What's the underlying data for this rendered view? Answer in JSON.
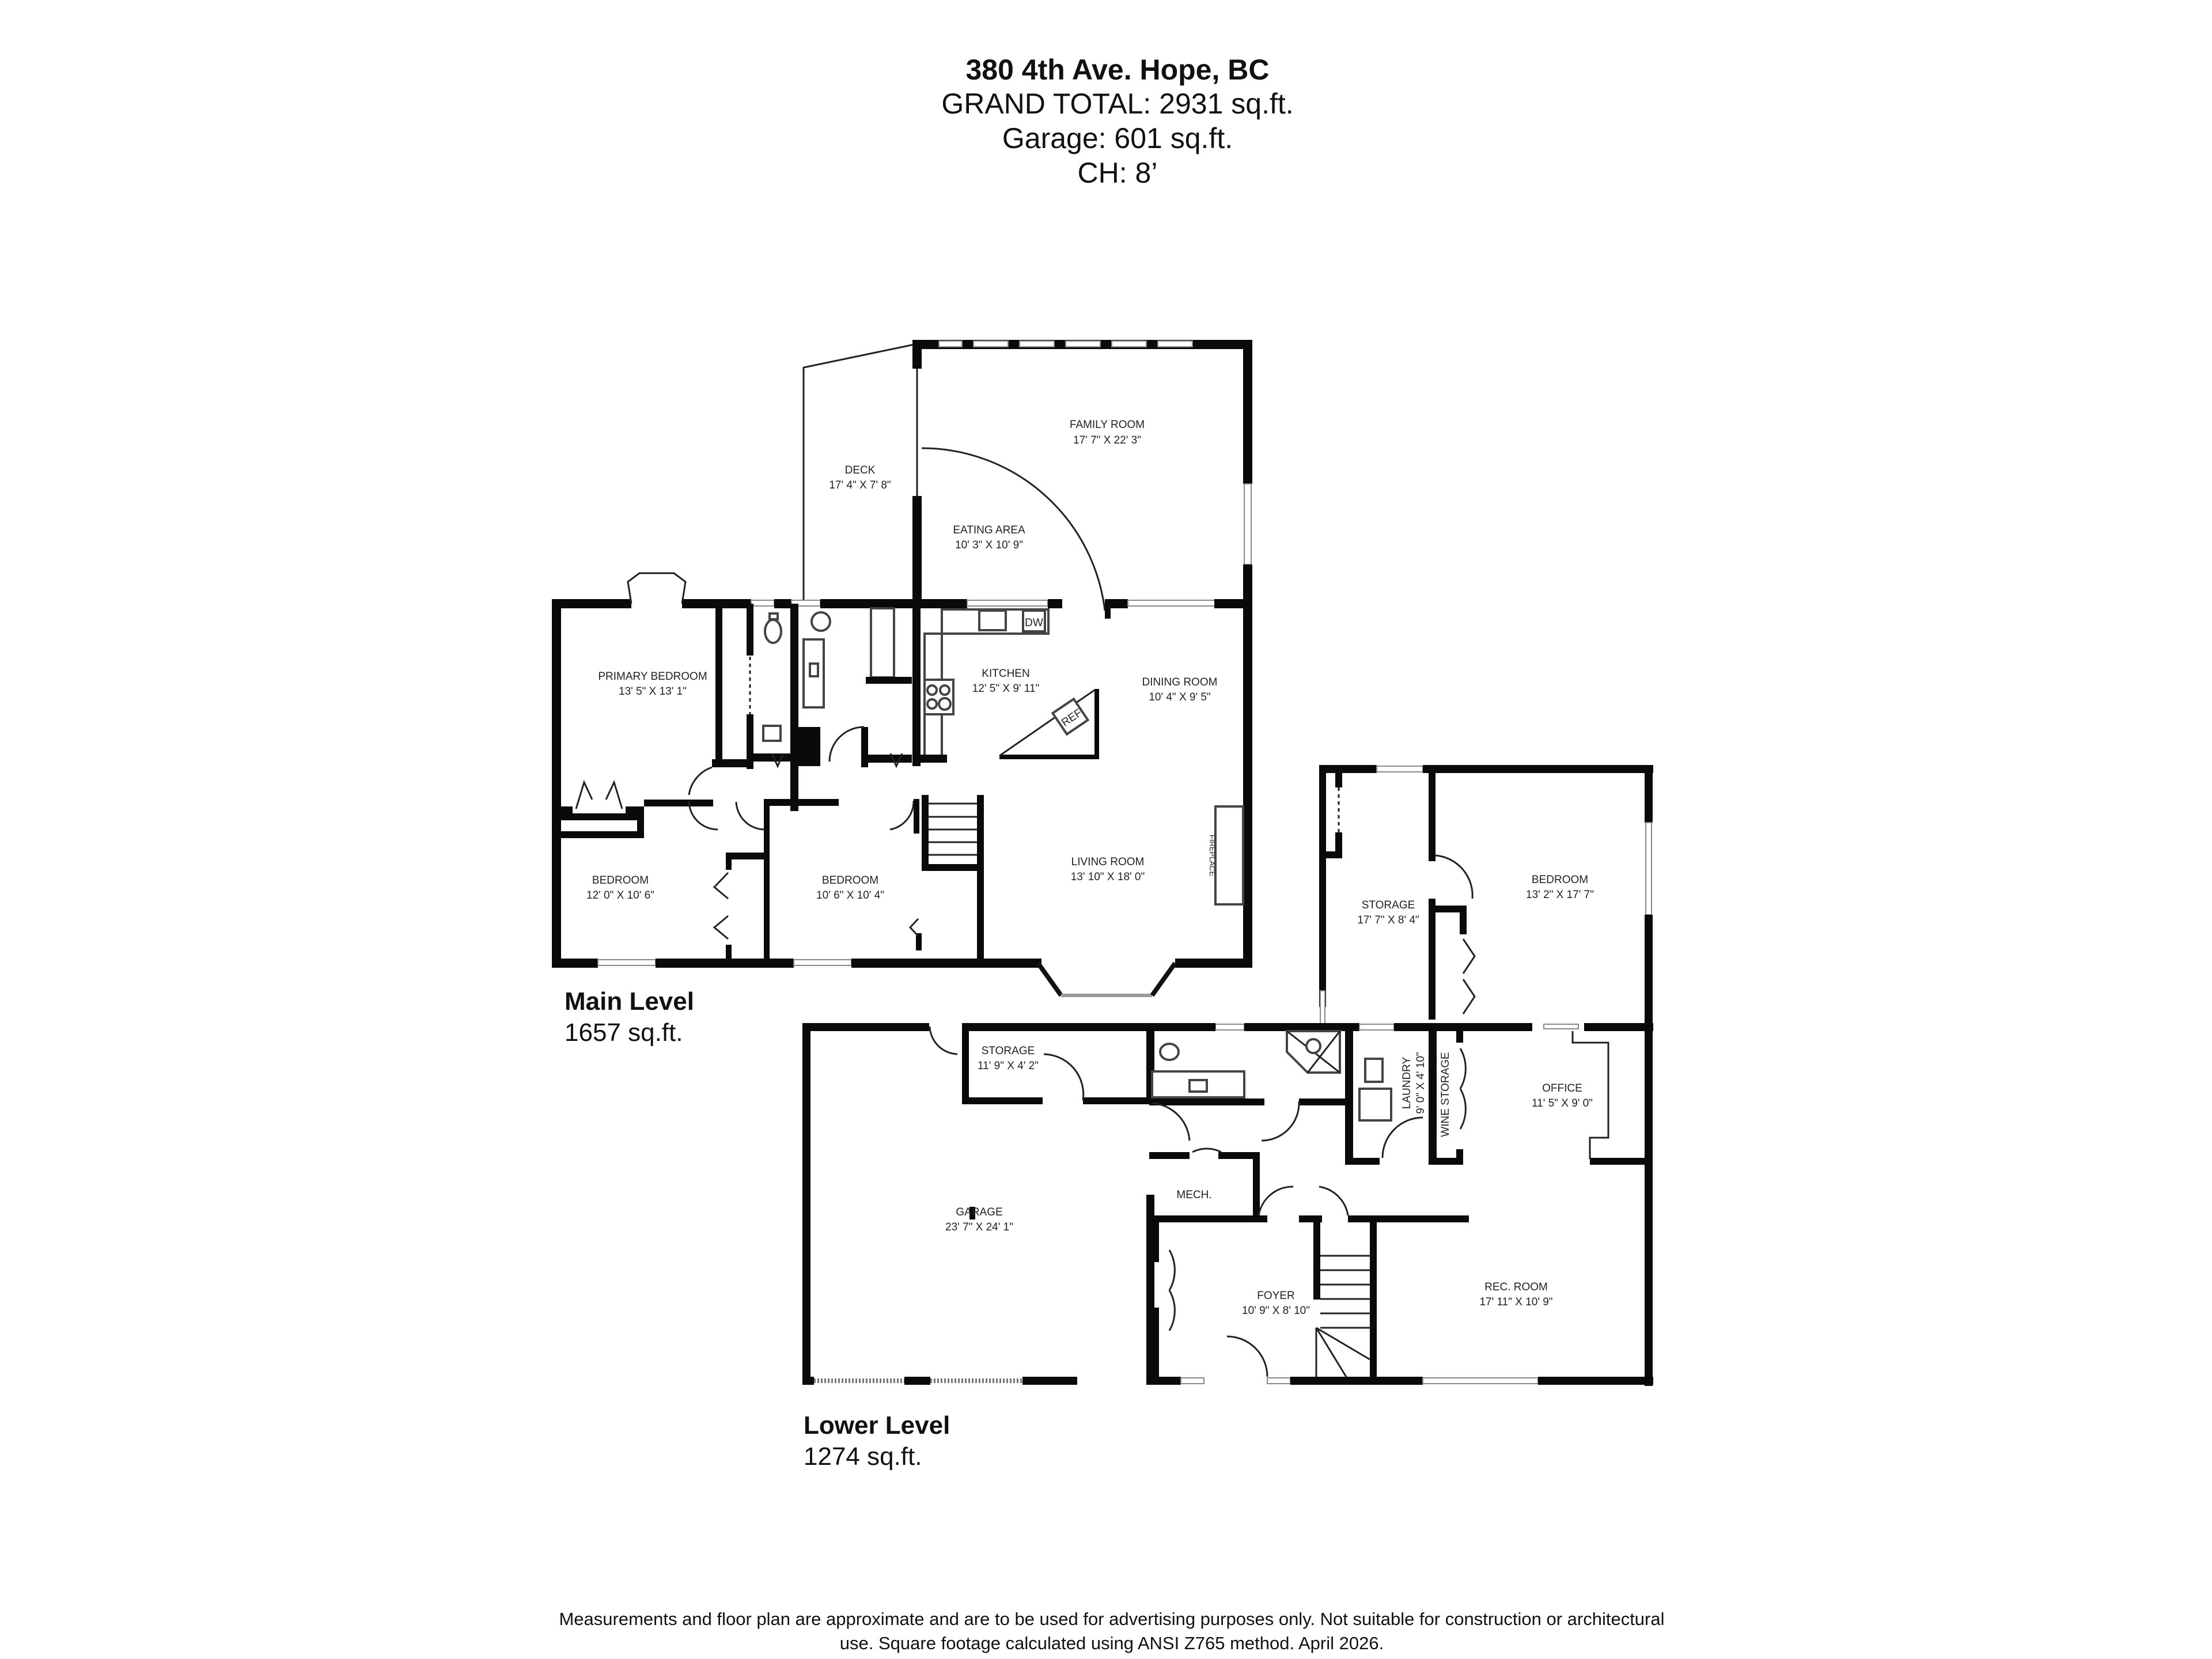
{
  "header": {
    "address": "380 4th Ave. Hope, BC",
    "grand_total": "GRAND TOTAL: 2931 sq.ft.",
    "garage": "Garage:  601 sq.ft.",
    "ceiling_height": "CH: 8’"
  },
  "levels": {
    "main": {
      "name": "Main Level",
      "area": "1657 sq.ft."
    },
    "lower": {
      "name": "Lower Level",
      "area": "1274 sq.ft."
    }
  },
  "rooms": {
    "family_room": {
      "name": "FAMILY ROOM",
      "dims": "17' 7\" X 22' 3\""
    },
    "deck": {
      "name": "DECK",
      "dims": "17' 4\" X 7' 8\""
    },
    "eating_area": {
      "name": "EATING AREA",
      "dims": "10' 3\" X 10' 9\""
    },
    "primary_bedroom": {
      "name": "PRIMARY BEDROOM",
      "dims": "13' 5\" X 13' 1\""
    },
    "kitchen": {
      "name": "KITCHEN",
      "dims": "12' 5\" X 9' 11\""
    },
    "dining_room": {
      "name": "DINING ROOM",
      "dims": "10' 4\" X 9' 5\""
    },
    "bedroom_main_1": {
      "name": "BEDROOM",
      "dims": "12' 0\" X 10' 6\""
    },
    "bedroom_main_2": {
      "name": "BEDROOM",
      "dims": "10' 6\" X 10' 4\""
    },
    "living_room": {
      "name": "LIVING ROOM",
      "dims": "13' 10\" X 18' 0\""
    },
    "fireplace": {
      "name": "FIREPLACE"
    },
    "storage_upper": {
      "name": "STORAGE",
      "dims": "17' 7\" X 8' 4\""
    },
    "bedroom_lower": {
      "name": "BEDROOM",
      "dims": "13' 2\" X 17' 7\""
    },
    "storage_lower": {
      "name": "STORAGE",
      "dims": "11' 9\" X 4' 2\""
    },
    "laundry": {
      "name": "LAUNDRY",
      "dims": "9' 0\" X 4' 10\""
    },
    "wine_storage": {
      "name": "WINE STORAGE"
    },
    "office": {
      "name": "OFFICE",
      "dims": "11' 5\" X 9' 0\""
    },
    "mech": {
      "name": "MECH."
    },
    "garage": {
      "name": "GARAGE",
      "dims": "23' 7\" X 24' 1\""
    },
    "foyer": {
      "name": "FOYER",
      "dims": "10' 9\" X 8' 10\""
    },
    "rec_room": {
      "name": "REC. ROOM",
      "dims": "17' 11\" X 10' 9\""
    }
  },
  "fixtures": {
    "dishwasher": "DW",
    "refrigerator": "REF"
  },
  "footer": {
    "disclaimer_line1": "Measurements and floor plan are approximate and are to be used for advertising purposes only. Not suitable for construction or architectural",
    "disclaimer_line2": "use. Square footage calculated using ANSI Z765 method. April 2026."
  }
}
